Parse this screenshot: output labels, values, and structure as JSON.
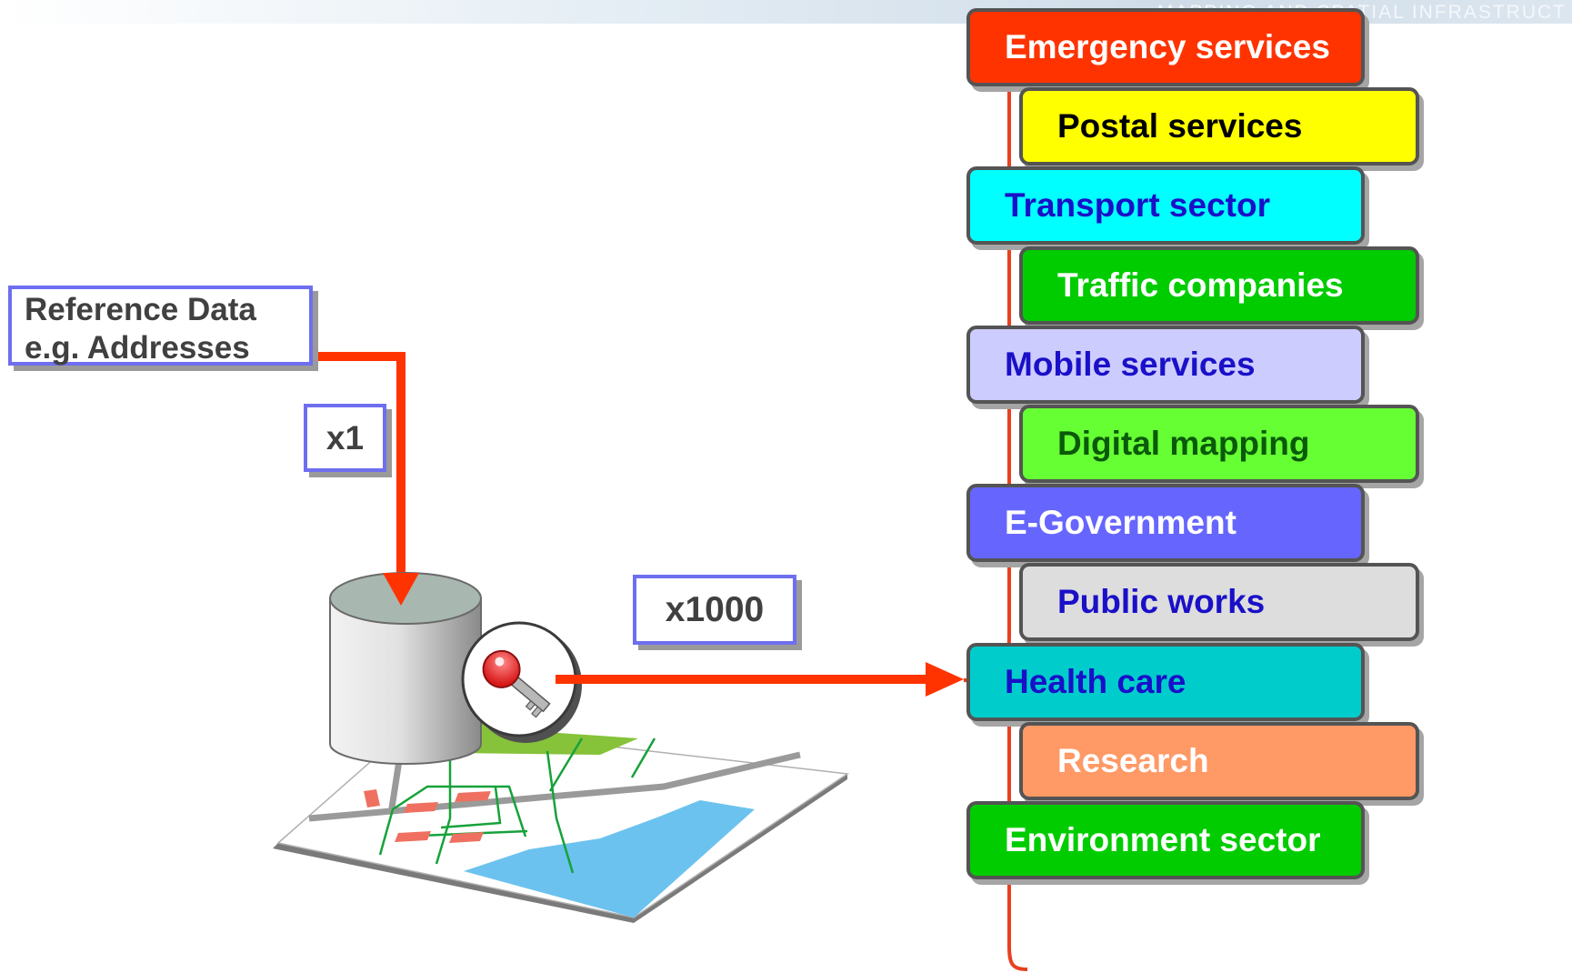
{
  "header": {
    "banner_text": "MAPPING AND SPATIAL INFRASTRUCT"
  },
  "source": {
    "reference_line1": "Reference Data",
    "reference_line2": "e.g. Addresses",
    "multiplier_in": "x1",
    "multiplier_out": "x1000"
  },
  "colors": {
    "arrow": "#ff3300",
    "box_border": "#6e6ef0",
    "brace": "#e84020",
    "water": "#6cc2ee",
    "park": "#86c23a",
    "roads": "#16a23a",
    "buildings": "#ef7060"
  },
  "icons": {
    "database": "database-cylinder-icon",
    "key": "key-icon",
    "map": "map-icon"
  },
  "sectors": [
    {
      "label": "Emergency services",
      "bg": "#ff3300",
      "fg": "#ffffff",
      "column": "left"
    },
    {
      "label": "Postal services",
      "bg": "#ffff00",
      "fg": "#000000",
      "column": "right"
    },
    {
      "label": "Transport sector",
      "bg": "#00ffff",
      "fg": "#1a10c8",
      "column": "left"
    },
    {
      "label": "Traffic companies",
      "bg": "#00cc00",
      "fg": "#ffffff",
      "column": "right"
    },
    {
      "label": "Mobile services",
      "bg": "#ccccff",
      "fg": "#1a10c8",
      "column": "left"
    },
    {
      "label": "Digital mapping",
      "bg": "#66ff33",
      "fg": "#0a5a0a",
      "column": "right"
    },
    {
      "label": "E-Government",
      "bg": "#6666ff",
      "fg": "#ffffff",
      "column": "left"
    },
    {
      "label": "Public works",
      "bg": "#dddddd",
      "fg": "#1a10c8",
      "column": "right"
    },
    {
      "label": "Health care",
      "bg": "#00cccc",
      "fg": "#1a10c8",
      "column": "left"
    },
    {
      "label": "Research",
      "bg": "#ff9966",
      "fg": "#ffffff",
      "column": "right"
    },
    {
      "label": "Environment sector",
      "bg": "#00cc00",
      "fg": "#ffffff",
      "column": "left"
    }
  ]
}
